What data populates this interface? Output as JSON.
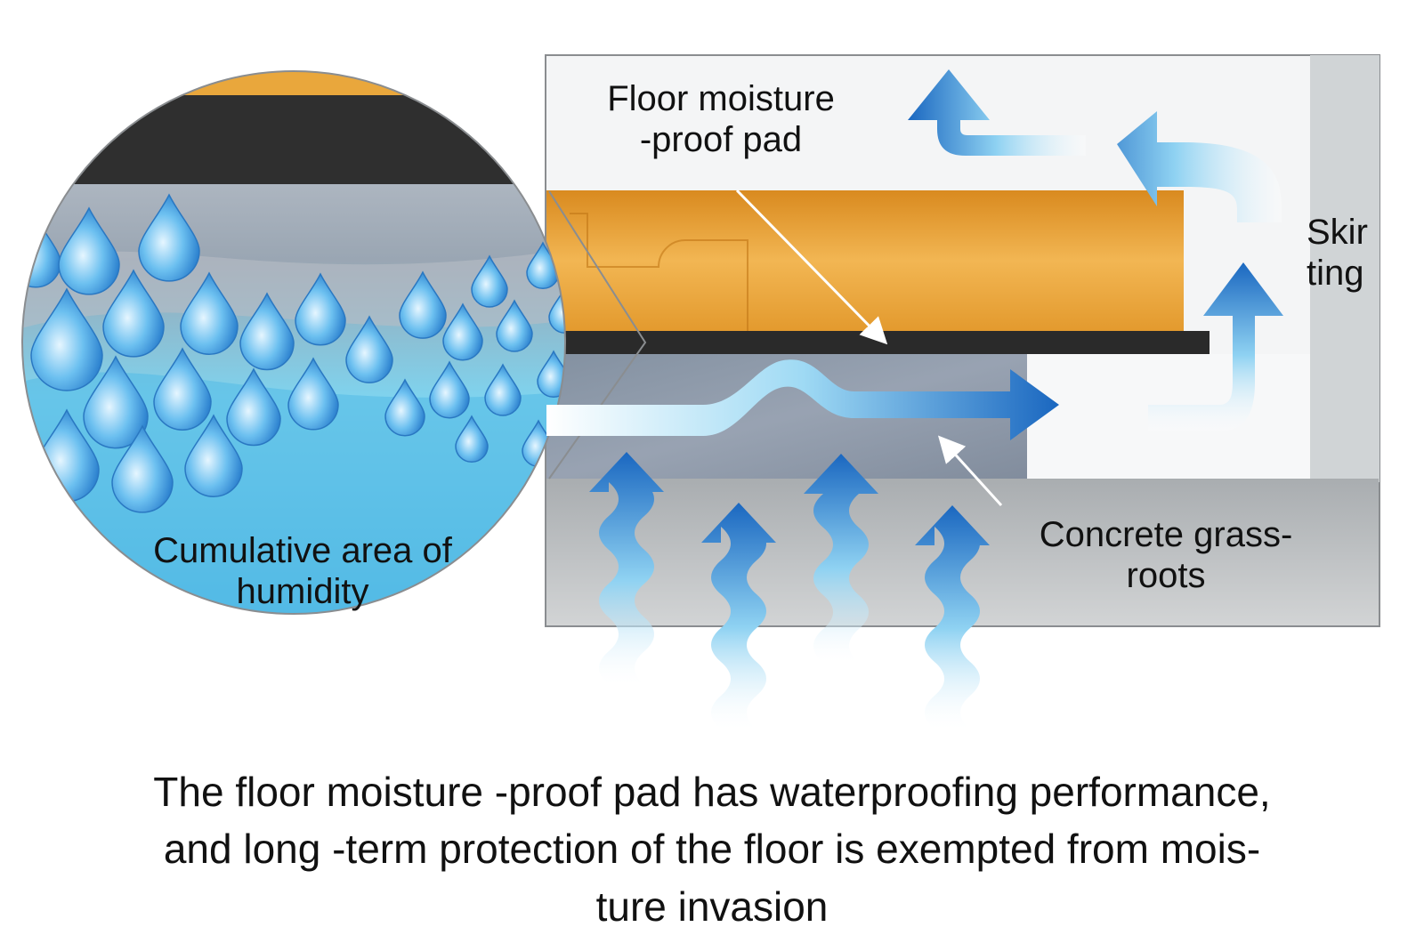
{
  "labels": {
    "pad": [
      "Floor moisture",
      "-proof pad"
    ],
    "skirting": [
      "Skir",
      "ting"
    ],
    "concrete": [
      "Concrete grass-",
      "roots"
    ],
    "humidity": [
      "Cumulative area of",
      "humidity"
    ]
  },
  "caption": [
    "The floor moisture -proof pad has waterproofing performance,",
    "and long -term protection of the floor is exempted from mois-",
    "ture invasion"
  ],
  "colors": {
    "wood": "#e8a33a",
    "pad": "#2a2a2a",
    "concrete": "#b9bcbe",
    "arrow_dark": "#1e6fc4",
    "arrow_light": "#dff1fb",
    "drop": "#5db3ea",
    "skirting": "#cfd3d5"
  },
  "icons": {
    "droplet": "water-drop-icon",
    "arrow": "moisture-arrow-icon"
  }
}
